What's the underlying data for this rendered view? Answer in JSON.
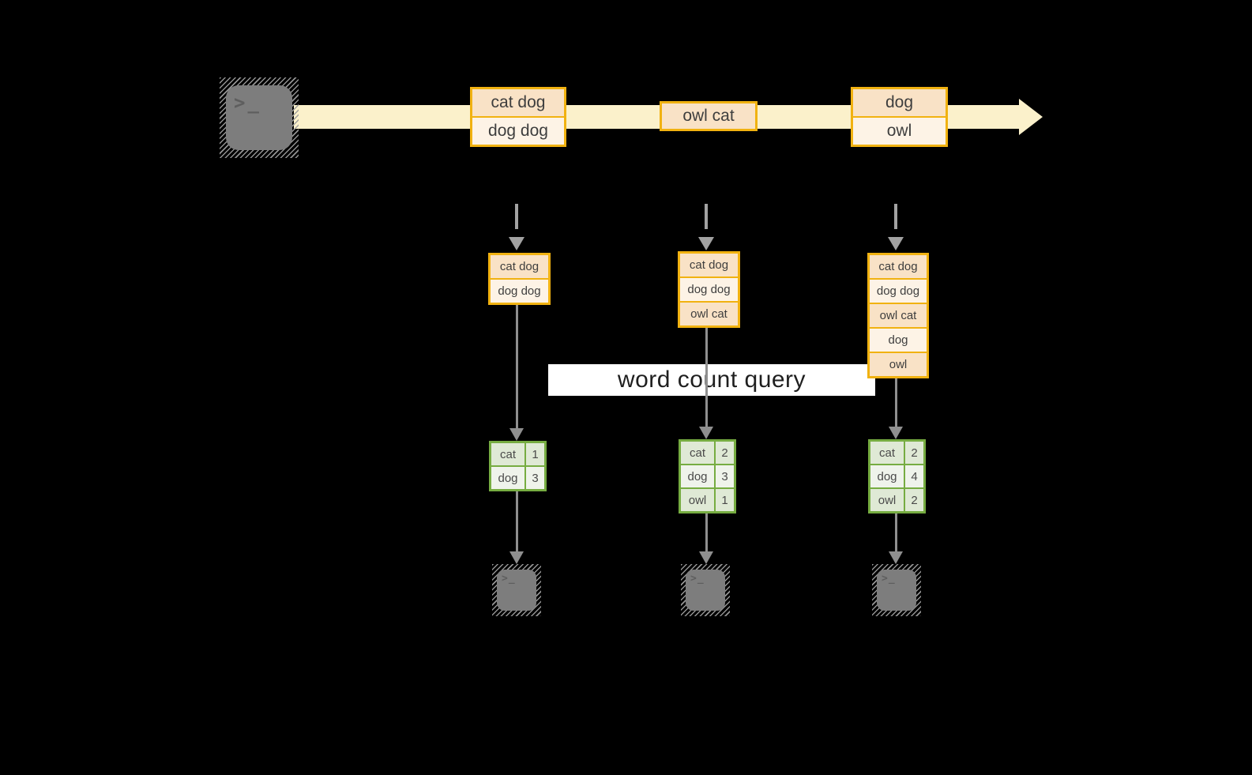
{
  "query_label": "word count query",
  "terminal": {
    "prompt": ">_"
  },
  "stream": {
    "events": [
      {
        "lines": [
          "cat dog",
          "dog dog"
        ]
      },
      {
        "lines": [
          "owl cat"
        ]
      },
      {
        "lines": [
          "dog",
          "owl"
        ]
      }
    ]
  },
  "columns": [
    {
      "state": [
        "cat dog",
        "dog dog"
      ],
      "counts": [
        [
          "cat",
          "1"
        ],
        [
          "dog",
          "3"
        ]
      ]
    },
    {
      "state": [
        "cat dog",
        "dog dog",
        "owl cat"
      ],
      "counts": [
        [
          "cat",
          "2"
        ],
        [
          "dog",
          "3"
        ],
        [
          "owl",
          "1"
        ]
      ]
    },
    {
      "state": [
        "cat dog",
        "dog dog",
        "owl cat",
        "dog",
        "owl"
      ],
      "counts": [
        [
          "cat",
          "2"
        ],
        [
          "dog",
          "4"
        ],
        [
          "owl",
          "2"
        ]
      ]
    }
  ],
  "colors": {
    "background": "#000000",
    "accent_orange": "#F1B211",
    "event_row_peach": "#F9E2C6",
    "event_row_cream": "#FDF3E6",
    "stream_band": "#FBF1CB",
    "green_border": "#76AC41",
    "green_row_dark": "#DFE9D5",
    "green_row_light": "#EFF3EB",
    "arrow_gray": "#8F8F8F",
    "terminal_gray": "#7D7D7D"
  }
}
